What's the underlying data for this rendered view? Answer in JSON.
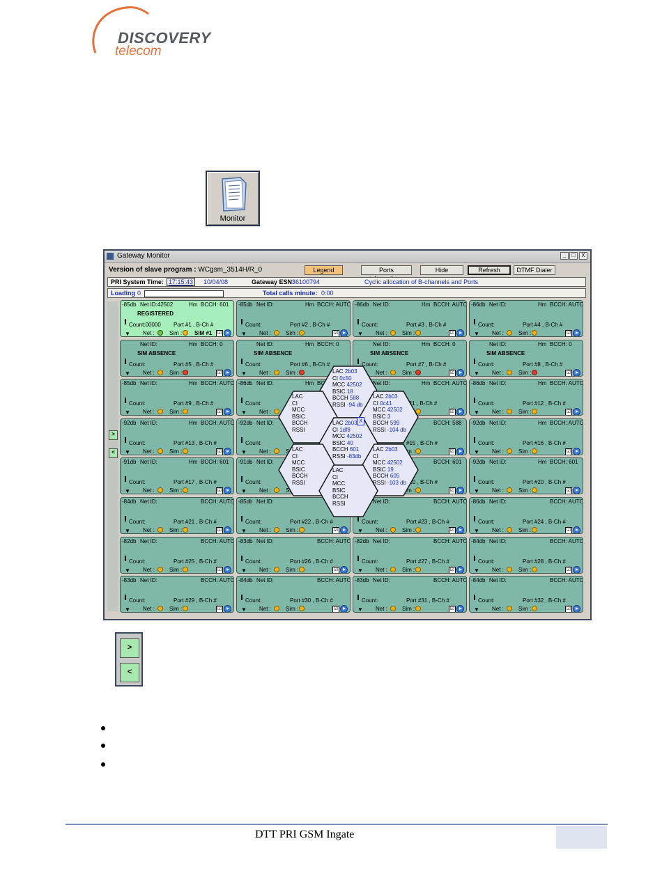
{
  "logo": {
    "line1": "DISCOVERY",
    "line2": "telecom",
    "arc_color": "#e4703a",
    "text_color": "#555a60"
  },
  "monitor_button": {
    "label": "Monitor",
    "icon": "document-icon"
  },
  "window": {
    "title": "Gateway Monitor",
    "controls": [
      "_",
      "□",
      "X"
    ],
    "version_label": "Version of slave program :",
    "version_value": "WCgsm_3514H/R_0",
    "buttons": {
      "legend": "Legend",
      "ports_info": "Ports informations",
      "hide": "Hide",
      "refresh": "Refresh",
      "dtmf": "DTMF Dialer"
    },
    "system_time_label": "PRI System Time:",
    "system_time": "17:15:43",
    "system_date": "10/04/08",
    "esn_label": "Gateway ESN:",
    "esn_value": "36100794",
    "cyclic": "Cyclic allocation of B-channels and Ports",
    "loading_label": "Loading",
    "loading_value": "0",
    "total_calls_label": "Total calls minute:",
    "total_calls_value": "0:00",
    "side_buttons": [
      ">",
      "<"
    ]
  },
  "ports": [
    {
      "db": "-85db",
      "netid": "Net ID:42502",
      "hm": "Hm",
      "bcch": "BCCH: 601",
      "status": "REGISTERED",
      "count": "Count:00000",
      "port": "Port #1 , B-Ch #",
      "sim": "SIM #1",
      "net_led": "green",
      "sim_led": "amber",
      "reg": true
    },
    {
      "db": "-85db",
      "netid": "Net ID:",
      "hm": "Hm",
      "bcch": "BCCH: AUTO",
      "status": "",
      "count": "Count:",
      "port": "Port #2 , B-Ch #",
      "sim": "",
      "net_led": "amber",
      "sim_led": "amber",
      "reg": false
    },
    {
      "db": "-86db",
      "netid": "Net ID:",
      "hm": "Hm",
      "bcch": "BCCH: AUTO",
      "status": "",
      "count": "Count:",
      "port": "Port #3 , B-Ch #",
      "sim": "",
      "net_led": "amber",
      "sim_led": "amber",
      "reg": false
    },
    {
      "db": "-86db",
      "netid": "Net ID:",
      "hm": "Hm",
      "bcch": "BCCH: AUTO",
      "status": "",
      "count": "Count:",
      "port": "Port #4 , B-Ch #",
      "sim": "",
      "net_led": "amber",
      "sim_led": "amber",
      "reg": false
    },
    {
      "db": "",
      "netid": "Net ID:",
      "hm": "Hm",
      "bcch": "BCCH: 0",
      "status": "SIM ABSENCE",
      "count": "Count:",
      "port": "Port #5 , B-Ch #",
      "sim": "",
      "net_led": "amber",
      "sim_led": "red",
      "reg": false
    },
    {
      "db": "",
      "netid": "Net ID:",
      "hm": "Hm",
      "bcch": "BCCH: 0",
      "status": "SIM ABSENCE",
      "count": "Count:",
      "port": "Port #6 , B-Ch #",
      "sim": "",
      "net_led": "amber",
      "sim_led": "red",
      "reg": false
    },
    {
      "db": "",
      "netid": "Net ID:",
      "hm": "Hm",
      "bcch": "BCCH: 0",
      "status": "SIM ABSENCE",
      "count": "Count:",
      "port": "Port #7 , B-Ch #",
      "sim": "",
      "net_led": "amber",
      "sim_led": "red",
      "reg": false
    },
    {
      "db": "",
      "netid": "Net ID:",
      "hm": "Hm",
      "bcch": "BCCH: 0",
      "status": "SIM ABSENCE",
      "count": "Count:",
      "port": "Port #8 , B-Ch #",
      "sim": "",
      "net_led": "amber",
      "sim_led": "red",
      "reg": false
    },
    {
      "db": "-85db",
      "netid": "Net ID:",
      "hm": "Hm",
      "bcch": "BCCH: AUTO",
      "status": "",
      "count": "Count:",
      "port": "Port #9 , B-Ch #",
      "sim": "",
      "net_led": "amber",
      "sim_led": "amber",
      "reg": false
    },
    {
      "db": "-86db",
      "netid": "Net ID:",
      "hm": "Hm",
      "bcch": "BCCH:",
      "status": "",
      "count": "Count:",
      "port": "",
      "sim": "",
      "net_led": "amber",
      "sim_led": "amber",
      "reg": false
    },
    {
      "db": "",
      "netid": "Net ID:",
      "hm": "Hm",
      "bcch": "BCCH: AUTO",
      "status": "",
      "count": "",
      "port": "#11 , B-Ch #",
      "sim": "",
      "net_led": "amber",
      "sim_led": "amber",
      "reg": false
    },
    {
      "db": "-86db",
      "netid": "Net ID:",
      "hm": "Hm",
      "bcch": "BCCH: AUTO",
      "status": "",
      "count": "Count:",
      "port": "Port #12 , B-Ch #",
      "sim": "",
      "net_led": "amber",
      "sim_led": "amber",
      "reg": false
    },
    {
      "db": "-92db",
      "netid": "Net ID:",
      "hm": "Hm",
      "bcch": "BCCH: AUTO",
      "status": "",
      "count": "Count:",
      "port": "Port #13 , B-Ch #",
      "sim": "",
      "net_led": "amber",
      "sim_led": "amber",
      "reg": false
    },
    {
      "db": "-92db",
      "netid": "Net ID:",
      "hm": "",
      "bcch": "",
      "status": "",
      "count": "Count:",
      "port": "",
      "sim": "",
      "net_led": "amber",
      "sim_led": "amber",
      "reg": false
    },
    {
      "db": "",
      "netid": "",
      "hm": "",
      "bcch": "BCCH: 588",
      "status": "",
      "count": "",
      "port": "#15 , B-Ch #",
      "sim": "",
      "net_led": "amber",
      "sim_led": "amber",
      "reg": false
    },
    {
      "db": "-92db",
      "netid": "Net ID:",
      "hm": "Hm",
      "bcch": "BCCH: AUTO",
      "status": "",
      "count": "Count:",
      "port": "Port #16 , B-Ch #",
      "sim": "",
      "net_led": "amber",
      "sim_led": "amber",
      "reg": false
    },
    {
      "db": "-91db",
      "netid": "Net ID:",
      "hm": "Hm",
      "bcch": "BCCH: 601",
      "status": "",
      "count": "Count:",
      "port": "Port #17 , B-Ch #",
      "sim": "",
      "net_led": "amber",
      "sim_led": "amber",
      "reg": false
    },
    {
      "db": "-91db",
      "netid": "Net ID:",
      "hm": "",
      "bcch": "",
      "status": "",
      "count": "Count:",
      "port": "",
      "sim": "",
      "net_led": "amber",
      "sim_led": "amber",
      "reg": false
    },
    {
      "db": "",
      "netid": "",
      "hm": "",
      "bcch": "BCCH: 601",
      "status": "",
      "count": "",
      "port": "#10 , B-Ch #",
      "sim": "",
      "net_led": "amber",
      "sim_led": "amber",
      "reg": false
    },
    {
      "db": "-92db",
      "netid": "Net ID:",
      "hm": "Hm",
      "bcch": "BCCH: 601",
      "status": "",
      "count": "Count:",
      "port": "Port #20 , B-Ch #",
      "sim": "",
      "net_led": "amber",
      "sim_led": "amber",
      "reg": false
    },
    {
      "db": "-84db",
      "netid": "Net ID:",
      "hm": "",
      "bcch": "BCCH: AUTO",
      "status": "",
      "count": "Count:",
      "port": "Port #21 , B-Ch #",
      "sim": "",
      "net_led": "amber",
      "sim_led": "amber",
      "reg": false
    },
    {
      "db": "-85db",
      "netid": "Net ID:",
      "hm": "",
      "bcch": "",
      "status": "",
      "count": "Count:",
      "port": "Port #22 , B-Ch #",
      "sim": "",
      "net_led": "amber",
      "sim_led": "amber",
      "reg": false
    },
    {
      "db": "",
      "netid": "Net ID:",
      "hm": "",
      "bcch": "BCCH: AUTO",
      "status": "",
      "count": "Count:",
      "port": "Port #23 , B-Ch #",
      "sim": "",
      "net_led": "amber",
      "sim_led": "amber",
      "reg": false
    },
    {
      "db": "-86db",
      "netid": "Net ID:",
      "hm": "",
      "bcch": "BCCH: AUTO",
      "status": "",
      "count": "Count:",
      "port": "Port #24 , B-Ch #",
      "sim": "",
      "net_led": "amber",
      "sim_led": "amber",
      "reg": false
    },
    {
      "db": "-82db",
      "netid": "Net ID:",
      "hm": "",
      "bcch": "BCCH: AUTO",
      "status": "",
      "count": "Count:",
      "port": "Port #25 , B-Ch #",
      "sim": "",
      "net_led": "amber",
      "sim_led": "amber",
      "reg": false
    },
    {
      "db": "-83db",
      "netid": "Net ID:",
      "hm": "",
      "bcch": "BCCH: AUTO",
      "status": "",
      "count": "Count:",
      "port": "Port #26 , B-Ch #",
      "sim": "",
      "net_led": "amber",
      "sim_led": "amber",
      "reg": false
    },
    {
      "db": "-82db",
      "netid": "Net ID:",
      "hm": "",
      "bcch": "BCCH: AUTO",
      "status": "",
      "count": "Count:",
      "port": "Port #27 , B-Ch #",
      "sim": "",
      "net_led": "amber",
      "sim_led": "amber",
      "reg": false
    },
    {
      "db": "-84db",
      "netid": "Net ID:",
      "hm": "",
      "bcch": "BCCH: AUTO",
      "status": "",
      "count": "Count:",
      "port": "Port #28 , B-Ch #",
      "sim": "",
      "net_led": "amber",
      "sim_led": "amber",
      "reg": false
    },
    {
      "db": "-83db",
      "netid": "Net ID:",
      "hm": "",
      "bcch": "BCCH: AUTO",
      "status": "",
      "count": "Count:",
      "port": "Port #29 , B-Ch #",
      "sim": "",
      "net_led": "amber",
      "sim_led": "amber",
      "reg": false
    },
    {
      "db": "-84db",
      "netid": "Net ID:",
      "hm": "",
      "bcch": "BCCH: AUTO",
      "status": "",
      "count": "Count:",
      "port": "Port #30 , B-Ch #",
      "sim": "",
      "net_led": "amber",
      "sim_led": "amber",
      "reg": false
    },
    {
      "db": "-83db",
      "netid": "Net ID:",
      "hm": "",
      "bcch": "BCCH: AUTO",
      "status": "",
      "count": "Count:",
      "port": "Port #31 , B-Ch #",
      "sim": "",
      "net_led": "amber",
      "sim_led": "amber",
      "reg": false
    },
    {
      "db": "-84db",
      "netid": "Net ID:",
      "hm": "",
      "bcch": "BCCH: AUTO",
      "status": "",
      "count": "Count:",
      "port": "Port #32 , B-Ch #",
      "sim": "",
      "net_led": "amber",
      "sim_led": "amber",
      "reg": false
    }
  ],
  "port_labels": {
    "net": "Net :",
    "sim": "Sim :",
    "check": "☑"
  },
  "cells": [
    {
      "lines": [
        [
          "LAC",
          "2b03"
        ],
        [
          "CI",
          "0c50"
        ],
        [
          "MCC",
          "42502"
        ],
        [
          "BSIC",
          "18"
        ],
        [
          "BCCH",
          "588"
        ],
        [
          "RSSI",
          "-94 db"
        ]
      ]
    },
    {
      "lines": [
        [
          "LAC",
          ""
        ],
        [
          "CI",
          ""
        ],
        [
          "MCC",
          ""
        ],
        [
          "BSIC",
          ""
        ],
        [
          "BCCH",
          ""
        ],
        [
          "RSSI",
          ""
        ]
      ]
    },
    {
      "lines": [
        [
          "LAC",
          "2b03"
        ],
        [
          "CI",
          "0c41"
        ],
        [
          "MCC",
          "42502"
        ],
        [
          "BSIC",
          "3"
        ],
        [
          "BCCH",
          "599"
        ],
        [
          "RSSI",
          "-104 db"
        ]
      ]
    },
    {
      "lines": [
        [
          "LAC",
          "2b03"
        ],
        [
          "CI",
          "1df8"
        ],
        [
          "MCC",
          "42502"
        ],
        [
          "BSIC",
          "40"
        ],
        [
          "BCCH",
          "601"
        ],
        [
          "RSSI",
          "-83db"
        ]
      ],
      "close": "X"
    },
    {
      "lines": [
        [
          "LAC",
          ""
        ],
        [
          "CI",
          ""
        ],
        [
          "MCC",
          ""
        ],
        [
          "BSIC",
          ""
        ],
        [
          "BCCH",
          ""
        ],
        [
          "RSSI",
          ""
        ]
      ]
    },
    {
      "lines": [
        [
          "LAC",
          "2b03"
        ],
        [
          "CI",
          ""
        ],
        [
          "MCC",
          "42502"
        ],
        [
          "BSIC",
          "19"
        ],
        [
          "BCCH",
          "605"
        ],
        [
          "RSSI",
          "-103 db"
        ]
      ]
    },
    {
      "lines": [
        [
          "LAC",
          ""
        ],
        [
          "CI",
          ""
        ],
        [
          "MCC",
          ""
        ],
        [
          "BSIC",
          ""
        ],
        [
          "BCCH",
          ""
        ],
        [
          "RSSI",
          ""
        ]
      ]
    }
  ],
  "arrow_buttons": [
    ">",
    "<"
  ],
  "footer": {
    "title": "DTT PRI GSM Ingate"
  }
}
